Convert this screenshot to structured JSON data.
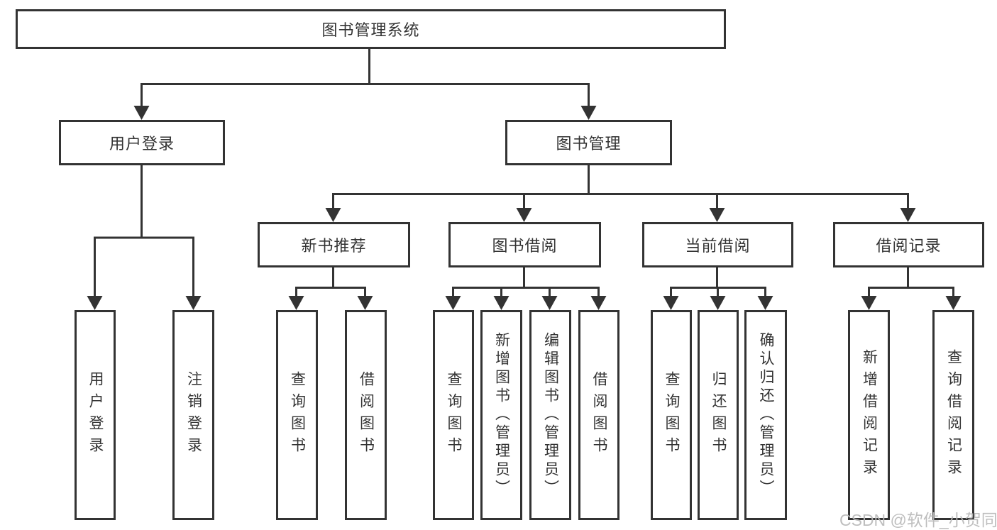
{
  "diagram_type": "hierarchy-tree",
  "tree": {
    "root": "图书管理系统",
    "branches": [
      {
        "label": "用户登录",
        "children": [
          "用户登录",
          "注销登录"
        ]
      },
      {
        "label": "图书管理",
        "groups": [
          {
            "label": "新书推荐",
            "children": [
              "查询图书",
              "借阅图书"
            ]
          },
          {
            "label": "图书借阅",
            "children": [
              "查询图书",
              "新增图书（管理员）",
              "编辑图书（管理员）",
              "借阅图书"
            ]
          },
          {
            "label": "当前借阅",
            "children": [
              "查询图书",
              "归还图书",
              "确认归还（管理员）"
            ]
          },
          {
            "label": "借阅记录",
            "children": [
              "新增借阅记录",
              "查询借阅记录"
            ]
          }
        ]
      }
    ]
  },
  "watermark": {
    "text": "CSDN @软件_小贺同学"
  },
  "colors": {
    "line": "#333333",
    "box_border": "#333333",
    "box_fill": "#ffffff",
    "text": "#333333",
    "watermark": "#b9b9b9",
    "background": "#ffffff"
  }
}
